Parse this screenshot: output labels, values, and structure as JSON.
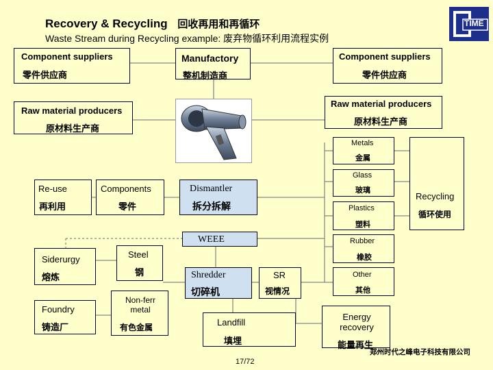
{
  "header": {
    "title": "Recovery & Recycling",
    "title_cn": "回收再用和再循环",
    "subtitle": "Waste Stream during Recycling example: 废弃物循环利用流程实例"
  },
  "logo": {
    "text": "TIME"
  },
  "top": {
    "left_en": "Component suppliers",
    "left_cn": "零件供应商",
    "mid_en": "Manufactory",
    "mid_cn": "整机制造商",
    "right_en": "Component suppliers",
    "right_cn": "零件供应商"
  },
  "raw": {
    "left_en": "Raw material producers",
    "left_cn": "原材料生产商",
    "right_en": "Raw material producers",
    "right_cn": "原材料生产商"
  },
  "materials": [
    {
      "en": "Metals",
      "cn": "金属"
    },
    {
      "en": "Glass",
      "cn": "玻璃"
    },
    {
      "en": "Plastics",
      "cn": "塑料"
    },
    {
      "en": "Rubber",
      "cn": "橡胶"
    },
    {
      "en": "Other",
      "cn": "其他"
    }
  ],
  "recycling": {
    "en": "Recycling",
    "cn": "循环使用"
  },
  "reuse": {
    "en": "Re-use",
    "cn": "再利用"
  },
  "components": {
    "en": "Components",
    "cn": "零件"
  },
  "dismantler": {
    "en": "Dismantler",
    "cn": "拆分拆解"
  },
  "weee": {
    "en": "WEEE"
  },
  "siderurgy": {
    "en": "Siderurgy",
    "cn": "熔炼"
  },
  "steel": {
    "en": "Steel",
    "cn": "钢"
  },
  "foundry": {
    "en": "Foundry",
    "cn": "铸造厂"
  },
  "nonferr": {
    "en": "Non-ferr\nmetal",
    "cn": "有色金属"
  },
  "shredder": {
    "en": "Shredder",
    "cn": "切碎机"
  },
  "sr": {
    "en": "SR",
    "cn": "视情况"
  },
  "landfill": {
    "en": "Landfill",
    "cn": "填埋"
  },
  "energy": {
    "en": "Energy\nrecovery",
    "cn": "能量再生"
  },
  "footer": {
    "page": "17/72",
    "company": "郑州时代之峰电子科技有限公司"
  }
}
